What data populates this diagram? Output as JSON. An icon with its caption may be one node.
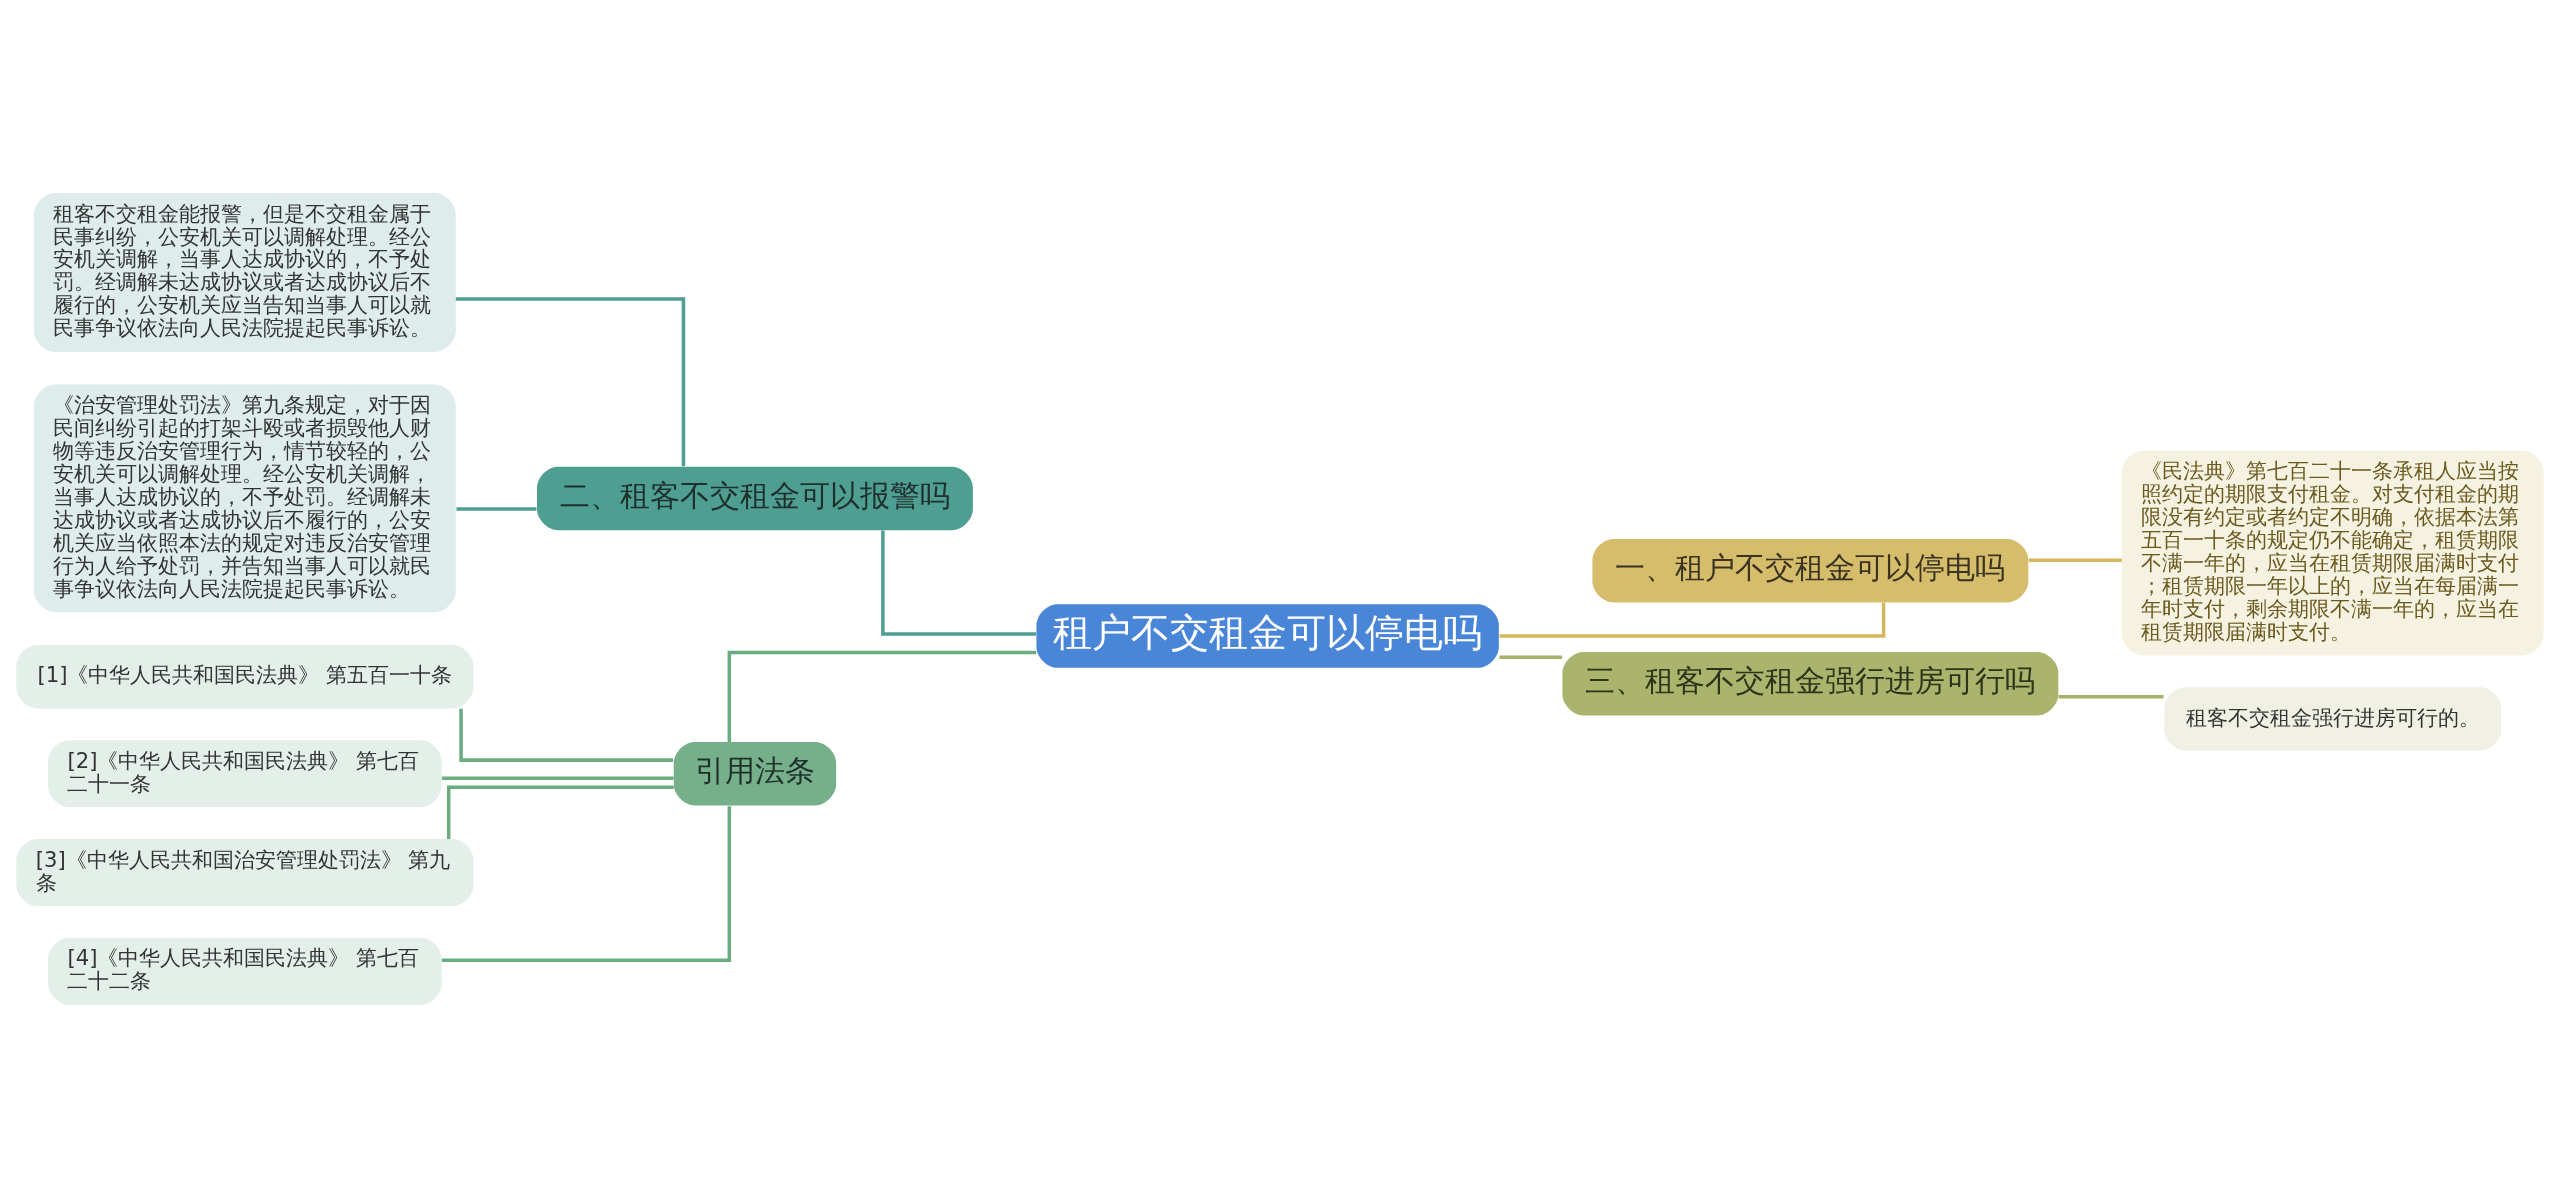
{
  "diagram": {
    "nodes": [
      {
        "text": [
          "租户不交租金可以停电吗"
        ]
      },
      {
        "text": [
          "二、租客不交租金可以报警吗"
        ]
      },
      {
        "text": [
          "租客不交租金能报警，但是不交租金属于民事纠纷，公安机关可以调解处理。经公安机关调解，当事人达成协议的，不予处罚。经调解未达成协议或者达成协议后不履行的，公安机关应当告知当事人可以就民事争议依法向人民法院提起民事诉讼。"
        ]
      },
      {
        "text": [
          "《治安管理处罚法》第九条规定，对于因民间纠纷引起的打架斗殴或者损毁他人财物等违反治安管理行为，情节较轻的，公安机关可以调解处理。经公安机关调解，当事人达成协议的，不予处罚。经调解未达成协议或者达成协议后不履行的，公安机关应当依照本法的规定对违反治安管理行为人给予处罚，并告知当事人可以就民事争议依法向人民法院提起民事诉讼。"
        ]
      },
      {
        "text": [
          "引用法条"
        ]
      },
      {
        "text": [
          "[1]《中华人民共和国民法典》 第五百一十条"
        ]
      },
      {
        "text": [
          "[2]《中华人民共和国民法典》 第七百二十一条"
        ]
      },
      {
        "text": [
          "[3]《中华人民共和国治安管理处罚法》 第九条"
        ]
      },
      {
        "text": [
          "[4]《中华人民共和国民法典》 第七百二十二条"
        ]
      },
      {
        "text": [
          "一、租户不交租金可以停电吗"
        ]
      },
      {
        "text": [
          "《民法典》第七百二十一条承租人应当按照约定的期限支付租金。对支付租金的期限没有约定或者约定不明确，依据本法第五百一十条的规定仍不能确定，租赁期限不满一年的，应当在租赁期限届满时支付；租赁期限一年以上的，应当在每届满一年时支付，剩余期限不满一年的，应当在租赁期限届满时支付。"
        ]
      },
      {
        "text": [
          "三、租客不交租金强行进房可行吗"
        ]
      },
      {
        "text": [
          "租客不交租金强行进房可行的。"
        ]
      }
    ],
    "edges": [
      {
        "from": 0,
        "to": 1,
        "arrow": "none",
        "color": "#4e9e92"
      },
      {
        "from": 1,
        "to": 2,
        "arrow": "none",
        "color": "#4e9e92"
      },
      {
        "from": 1,
        "to": 3,
        "arrow": "none",
        "color": "#4e9e92"
      },
      {
        "from": 0,
        "to": 4,
        "arrow": "none",
        "color": "#6aab80"
      },
      {
        "from": 4,
        "to": 5,
        "arrow": "none",
        "color": "#6aab80"
      },
      {
        "from": 4,
        "to": 6,
        "arrow": "none",
        "color": "#6aab80"
      },
      {
        "from": 4,
        "to": 7,
        "arrow": "none",
        "color": "#6aab80"
      },
      {
        "from": 4,
        "to": 8,
        "arrow": "none",
        "color": "#6aab80"
      },
      {
        "from": 0,
        "to": 9,
        "arrow": "none",
        "color": "#d4b85e"
      },
      {
        "from": 9,
        "to": 10,
        "arrow": "none",
        "color": "#d4b85e"
      },
      {
        "from": 0,
        "to": 11,
        "arrow": "none",
        "color": "#a8b06a"
      },
      {
        "from": 11,
        "to": 12,
        "arrow": "none",
        "color": "#a8b06a"
      }
    ]
  }
}
